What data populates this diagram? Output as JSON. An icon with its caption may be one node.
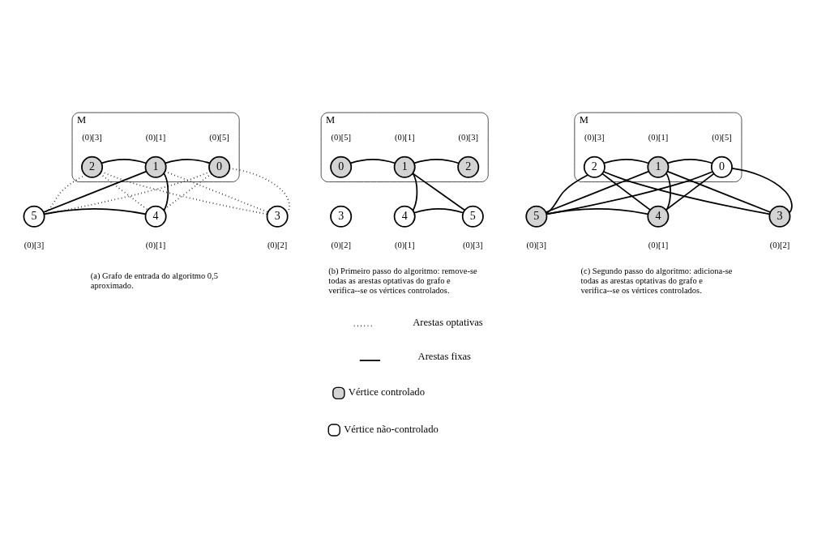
{
  "diagram": {
    "nodes": [
      {
        "text": [
          "M"
        ]
      },
      {
        "text": [
          "0"
        ],
        "in": 0,
        "beside": [
          "(0)[5]"
        ]
      },
      {
        "text": [
          "1"
        ],
        "in": 0,
        "beside": [
          "(0)[1]"
        ]
      },
      {
        "text": [
          "2"
        ],
        "in": 0,
        "beside": [
          "(0)[3]"
        ]
      },
      {
        "text": [
          "3"
        ],
        "beside": [
          "(0)[2]"
        ]
      },
      {
        "text": [
          "4"
        ],
        "beside": [
          "(0)[1]"
        ]
      },
      {
        "text": [
          "5"
        ],
        "beside": [
          "(0)[3]"
        ]
      },
      {
        "text": [
          "M"
        ]
      },
      {
        "text": [
          "0"
        ],
        "in": 7,
        "beside": [
          "(0)[5]"
        ]
      },
      {
        "text": [
          "1"
        ],
        "in": 7,
        "beside": [
          "(0)[1]"
        ]
      },
      {
        "text": [
          "2"
        ],
        "in": 7,
        "beside": [
          "(0)[3]"
        ]
      },
      {
        "text": [
          "3"
        ],
        "beside": [
          "(0)[2]"
        ]
      },
      {
        "text": [
          "4"
        ],
        "beside": [
          "(0)[1]"
        ]
      },
      {
        "text": [
          "5"
        ],
        "beside": [
          "(0)[3]"
        ]
      },
      {
        "text": [
          "M"
        ]
      },
      {
        "text": [
          "0"
        ],
        "in": 14,
        "beside": [
          "(0)[5]"
        ]
      },
      {
        "text": [
          "1"
        ],
        "in": 14,
        "beside": [
          "(0)[1]"
        ]
      },
      {
        "text": [
          "2"
        ],
        "in": 14,
        "beside": [
          "(0)[3]"
        ]
      },
      {
        "text": [
          "3"
        ],
        "beside": [
          "(0)[2]"
        ]
      },
      {
        "text": [
          "4"
        ],
        "beside": [
          "(0)[1]"
        ]
      },
      {
        "text": [
          "5"
        ],
        "beside": [
          "(0)[3]"
        ]
      }
    ],
    "edges": [
      {
        "from": 1,
        "to": 2,
        "arrow": "none"
      },
      {
        "from": 2,
        "to": 3,
        "arrow": "none"
      },
      {
        "from": 1,
        "to": 4,
        "arrow": "none",
        "style": "dashed"
      },
      {
        "from": 1,
        "to": 5,
        "arrow": "none",
        "style": "dashed"
      },
      {
        "from": 1,
        "to": 6,
        "arrow": "none",
        "style": "dashed"
      },
      {
        "from": 2,
        "to": 4,
        "arrow": "none",
        "style": "dashed"
      },
      {
        "from": 2,
        "to": 5,
        "arrow": "none"
      },
      {
        "from": 2,
        "to": 6,
        "arrow": "none"
      },
      {
        "from": 3,
        "to": 4,
        "arrow": "none",
        "style": "dashed"
      },
      {
        "from": 3,
        "to": 5,
        "arrow": "none",
        "style": "dashed"
      },
      {
        "from": 3,
        "to": 6,
        "arrow": "none",
        "style": "dashed"
      },
      {
        "from": 5,
        "to": 6,
        "arrow": "none"
      },
      {
        "from": 8,
        "to": 9,
        "arrow": "none"
      },
      {
        "from": 9,
        "to": 10,
        "arrow": "none"
      },
      {
        "from": 9,
        "to": 12,
        "arrow": "none"
      },
      {
        "from": 9,
        "to": 13,
        "arrow": "none"
      },
      {
        "from": 12,
        "to": 13,
        "arrow": "none"
      },
      {
        "from": 15,
        "to": 16,
        "arrow": "none"
      },
      {
        "from": 16,
        "to": 17,
        "arrow": "none"
      },
      {
        "from": 15,
        "to": 18,
        "arrow": "none"
      },
      {
        "from": 15,
        "to": 19,
        "arrow": "none"
      },
      {
        "from": 15,
        "to": 20,
        "arrow": "none"
      },
      {
        "from": 16,
        "to": 18,
        "arrow": "none"
      },
      {
        "from": 16,
        "to": 19,
        "arrow": "none"
      },
      {
        "from": 16,
        "to": 20,
        "arrow": "none"
      },
      {
        "from": 17,
        "to": 18,
        "arrow": "none"
      },
      {
        "from": 17,
        "to": 19,
        "arrow": "none"
      },
      {
        "from": 17,
        "to": 20,
        "arrow": "none"
      },
      {
        "from": 19,
        "to": 20,
        "arrow": "none"
      }
    ],
    "labels": [
      "(a) Grafo de entrada do algoritmo 0,5 aproximado.",
      "(b) Primeiro passo do algoritmo: remove-se todas as arestas optativas do grafo e verifica--se os vértices controlados.",
      "(c) Segundo passo do algoritmo: adiciona-se todas as arestas optativas do grafo e verifica--se os vértices controlados."
    ],
    "legend": [
      {
        "text": "Arestas optativas"
      },
      {
        "text": "Arestas fixas"
      },
      {
        "text": "Vértice controlado",
        "color": "#d3d3d3"
      },
      {
        "text": "Vértice não-controlado",
        "color": "#ffffff"
      }
    ]
  }
}
